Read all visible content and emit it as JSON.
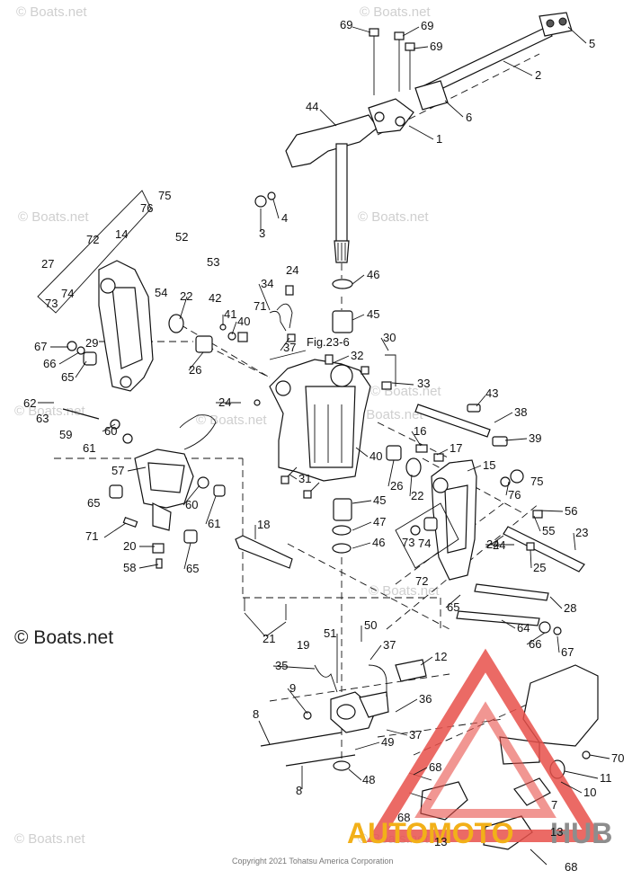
{
  "callouts": [
    "69",
    "69",
    "69",
    "5",
    "2",
    "6",
    "1",
    "44",
    "4",
    "3",
    "46",
    "45",
    "76",
    "75",
    "72",
    "14",
    "52",
    "53",
    "54",
    "27",
    "73",
    "74",
    "29",
    "22",
    "42",
    "41",
    "40",
    "34",
    "24",
    "71",
    "37",
    "32",
    "30",
    "26",
    "67",
    "66",
    "65",
    "24",
    "33",
    "43",
    "38",
    "39",
    "62",
    "63",
    "59",
    "61",
    "60",
    "16",
    "17",
    "15",
    "75",
    "76",
    "24",
    "31",
    "57",
    "60",
    "61",
    "40",
    "26",
    "22",
    "55",
    "56",
    "45",
    "47",
    "65",
    "71",
    "18",
    "20",
    "58",
    "65",
    "46",
    "73",
    "74",
    "72",
    "23",
    "24",
    "25",
    "28",
    "65",
    "64",
    "66",
    "67",
    "21",
    "51",
    "50",
    "19",
    "37",
    "12",
    "35",
    "9",
    "36",
    "37",
    "8",
    "49",
    "8",
    "48",
    "70",
    "11",
    "68",
    "10",
    "68",
    "7",
    "13",
    "13",
    "68"
  ],
  "fig_ref": "Fig.23-6",
  "watermarks": [
    "© Boats.net",
    "© Boats.net",
    "© Boats.net",
    "© Boats.net",
    "© Boats.net",
    "© Boats.net",
    "© Boats.net",
    "© Boats.net",
    "© Boats.net",
    "© Boats.net",
    "© Boats.net"
  ],
  "watermark_main": "© Boats.net",
  "copyright": "Copyright 2021 Tohatsu America Corporation",
  "brand": {
    "part1": "AUTOMOTO",
    "part2": "HUB",
    "accent": "#f2b019",
    "gray": "#8d8d8d",
    "triangle": "#e8504a"
  }
}
